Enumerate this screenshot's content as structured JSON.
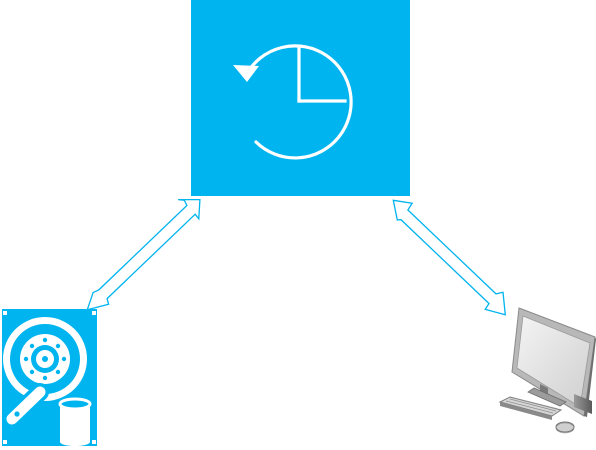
{
  "diagram": {
    "nodes": [
      {
        "id": "backup-clock",
        "icon": "history-clock-icon",
        "color": "#00b4ef"
      },
      {
        "id": "hard-drive",
        "icon": "hard-drive-icon",
        "color": "#00b4ef"
      },
      {
        "id": "computer",
        "icon": "desktop-computer-icon",
        "color": "#c8c8c8"
      }
    ],
    "connections": [
      {
        "from": "backup-clock",
        "to": "hard-drive",
        "style": "double-arrow-outline",
        "color": "#00b4ef"
      },
      {
        "from": "backup-clock",
        "to": "computer",
        "style": "double-arrow-outline",
        "color": "#00b4ef"
      }
    ],
    "colors": {
      "accent": "#00b4ef",
      "background": "#ffffff",
      "screen_frame": "#c8c8c8",
      "screen_inner": "#dedede"
    }
  }
}
